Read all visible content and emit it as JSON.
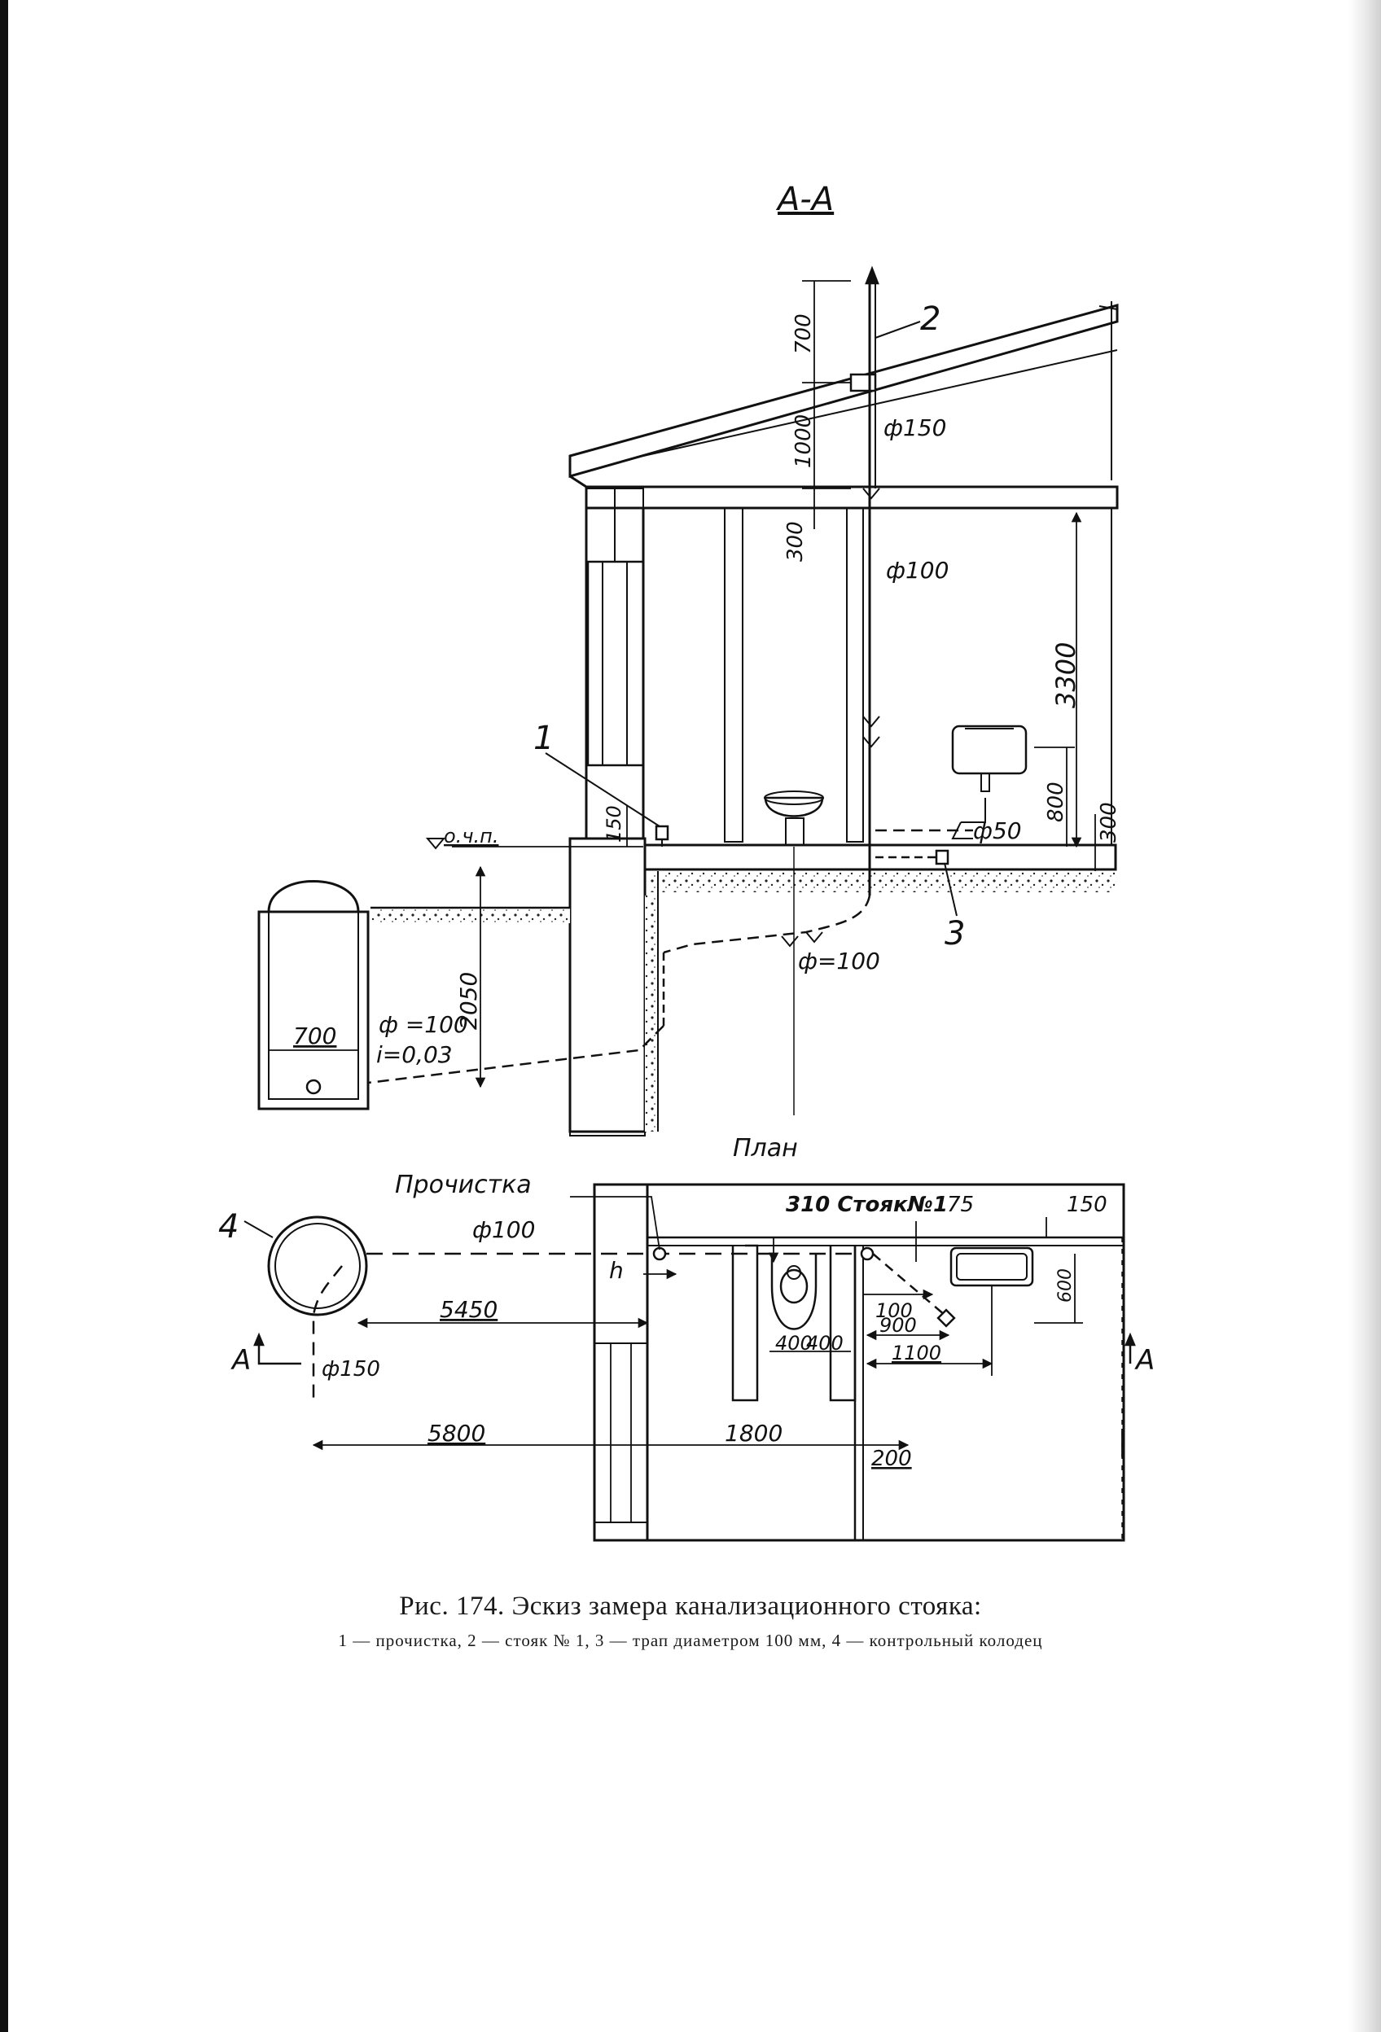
{
  "section": {
    "title": "А-А",
    "plan_title": "План",
    "labels": {
      "callout_1": "1",
      "callout_2": "2",
      "callout_3": "3",
      "phi150": "ф150",
      "phi100": "ф100",
      "phi50": "ф50",
      "phi_eq100": "ф=100",
      "well_pipe_phi": "ф =100",
      "well_pipe_slope": "i=0,03",
      "floor_mark": "о.ч.п.",
      "dim_700_top": "700",
      "dim_1000": "1000",
      "dim_300_ceiling": "300",
      "dim_3300": "3300",
      "dim_800": "800",
      "dim_300_floor": "300",
      "dim_150": "150",
      "dim_2050": "2050",
      "dim_700_well": "700"
    }
  },
  "plan": {
    "labels": {
      "cleanout": "Прочистка",
      "callout_4": "4",
      "phi100": "ф100",
      "phi150": "ф150",
      "dim_310_riser": "310 Стояк№1",
      "dim_75": "75",
      "dim_150": "150",
      "dim_h": "h",
      "dim_5450": "5450",
      "dim_100": "100",
      "dim_400a": "400",
      "dim_400b": "400",
      "dim_900": "900",
      "dim_600": "600",
      "dim_1100": "1100",
      "section_a_left": "А",
      "section_a_right": "А",
      "dim_5800": "5800",
      "dim_1800": "1800",
      "dim_200": "200"
    }
  },
  "caption": {
    "title": "Рис. 174. Эскиз замера канализационного стояка:",
    "legend": "1 — прочистка, 2 — стояк № 1, 3 — трап диаметром 100 мм, 4 — контрольный колодец"
  }
}
